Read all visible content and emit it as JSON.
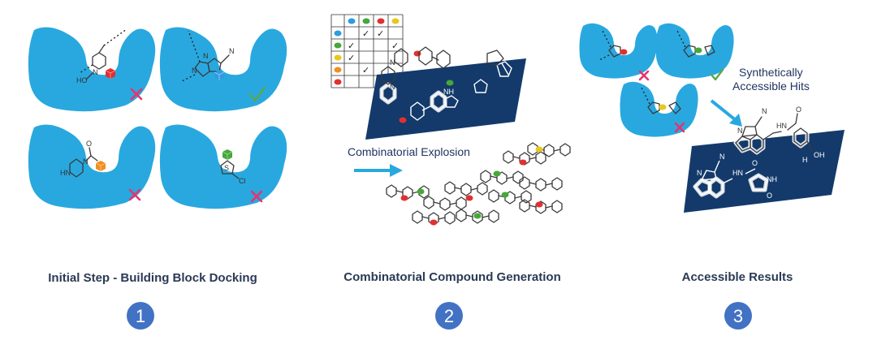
{
  "steps": [
    {
      "number": "1",
      "caption": "Initial Step - Building Block Docking"
    },
    {
      "number": "2",
      "caption": "Combinatorial Compound Generation"
    },
    {
      "number": "3",
      "caption": "Accessible Results"
    }
  ],
  "panel2": {
    "arrow_label": "Combinatorial Explosion"
  },
  "panel3": {
    "hits_label_line1": "Synthetically",
    "hits_label_line2": "Accessible Hits"
  },
  "atoms": {
    "ho": "HO",
    "n": "N",
    "hn": "HN",
    "o": "O",
    "cl": "Cl",
    "s": "S",
    "nh": "NH",
    "h": "H",
    "oh": "OH"
  },
  "colors": {
    "pocket": "#29a8e0",
    "plate": "#133a6b",
    "badge": "#4272c4",
    "cross": "#e8336b",
    "tick": "#5aa84a",
    "cube_red": "#e03030",
    "cube_blue": "#2f9be0",
    "cube_orange": "#f0901e",
    "cube_green": "#46a83a",
    "cube_yellow": "#e8c81e"
  },
  "icons": [
    "cross-mark-icon",
    "check-mark-icon",
    "building-block-cube-icon",
    "binding-pocket-icon",
    "arrow-icon"
  ]
}
